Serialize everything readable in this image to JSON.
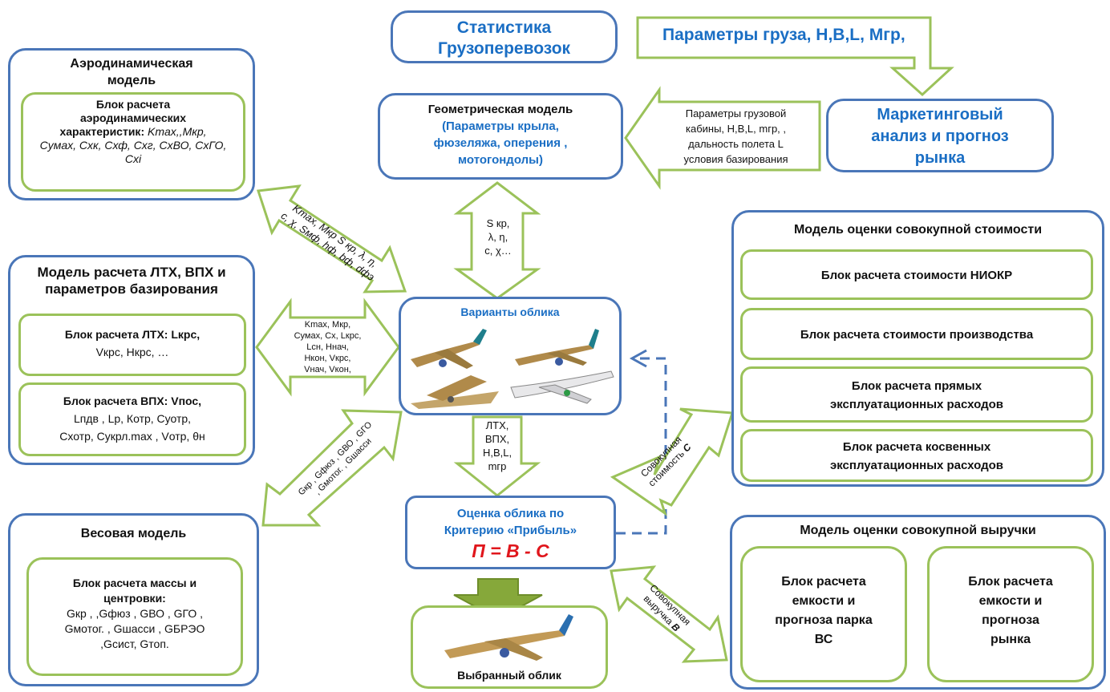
{
  "stats": {
    "line1": "Статистика",
    "line2": "Грузоперевозок"
  },
  "cargo_params": "Параметры груза, H,B,L,  Mгр,",
  "marketing": {
    "line1": "Маркетинговый",
    "line2": "анализ и прогноз",
    "line3": "рынка"
  },
  "geometry": {
    "title": "Геометрическая модель",
    "sub1": "(Параметры крыла,",
    "sub2": "фюзеляжа, оперения ,",
    "sub3": "мотогондолы)"
  },
  "cargo_cabin": {
    "l1": "Параметры грузовой",
    "l2": "кабины, H,B,L, mгр, ,",
    "l3": "дальность полета L",
    "l4": "условия базирования"
  },
  "aero": {
    "title1": "Аэродинамическая",
    "title2": "модель",
    "inner1": "Блок расчета",
    "inner2": "аэродинамических",
    "inner3": "характеристик:",
    "inner4": "Kmax,,Mкр,",
    "inner5": "Cумax, Cхк, Cхф, Cхг, CхВО, CхГО,",
    "inner6": "Cхi"
  },
  "ltx_model": {
    "title1": "Модель расчета ЛТХ, ВПХ и",
    "title2": "параметров базирования",
    "ltx1": "Блок расчета ЛТХ: Lкрс,",
    "ltx2": "Vкрс, Hкрс, …",
    "vph1": "Блок расчета ВПХ: Vпос,",
    "vph2": "Lпдв , Lр, Котр, Cуотр,",
    "vph3": "Схотр, Cукрл.max , Vотр, θн"
  },
  "weight": {
    "title": "Весовая модель",
    "inner1": "Блок расчета массы и",
    "inner2": "центровки:",
    "inner3": "Gкр , ,Gфюз , GВО , GГО ,",
    "inner4": "Gмотог. , Gшасси , GБРЭО",
    "inner5": ",Gсист, Gтоп."
  },
  "variants": {
    "title": "Варианты облика"
  },
  "evaluation": {
    "l1": "Оценка облика по",
    "l2": "Критерию «Прибыль»",
    "formula": "П = В - С"
  },
  "selected": {
    "title": "Выбранный облик"
  },
  "cost_model": {
    "title": "Модель оценки совокупной стоимости",
    "b1": "Блок расчета стоимости НИОКР",
    "b2": "Блок расчета стоимости производства",
    "b3a": "Блок расчета прямых",
    "b3b": "эксплуатационных расходов",
    "b4a": "Блок расчета косвенных",
    "b4b": "эксплуатационных расходов"
  },
  "revenue_model": {
    "title": "Модель оценки совокупной выручки",
    "left1": "Блок расчета",
    "left2": "емкости и",
    "left3": "прогноза парка",
    "left4": "ВС",
    "right1": "Блок расчета",
    "right2": "емкости и",
    "right3": "прогноза",
    "right4": "рынка"
  },
  "arrow_geo_var": {
    "l1": "S кр,",
    "l2": "λ, η,",
    "l3": "c, χ…"
  },
  "arrow_aero_diag": {
    "l1": "Kmax, Mкр S кр, λ, η,",
    "l2": "c, χ, Sмф, hф, bф, dфэ"
  },
  "arrow_ltx": {
    "l1": "Kmax, Mкр,",
    "l2": "Cумax, Cх, Lкрс,",
    "l3": "Lсн, Hнач,",
    "l4": "Hкон, Vкрс,",
    "l5": "Vнач, Vкон,"
  },
  "arrow_weight_diag": {
    "l1": "Gкр , Gфюз , GВО , GГО",
    "l2": ", Gмотог. , Gшасси"
  },
  "arrow_down": {
    "l1": "ЛТХ,",
    "l2": "ВПХ,",
    "l3": "H,B,L,",
    "l4": "mгр"
  },
  "arrow_cost": {
    "l1": "Совокупная",
    "l2": "стоимость",
    "l3": "C"
  },
  "arrow_revenue": {
    "l1": "Совокупная",
    "l2": "выручка",
    "l3": "В"
  },
  "colors": {
    "blue_border": "#4a76b8",
    "green_border": "#9bc25a",
    "accent": "#1a6ec4",
    "formula_red": "#e0161c"
  }
}
